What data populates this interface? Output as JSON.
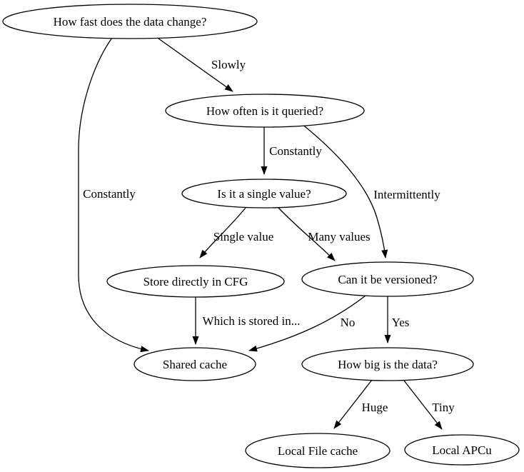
{
  "diagram": {
    "type": "flowchart-decision-tree",
    "background_color": "#ffffff",
    "stroke_color": "#000000",
    "text_color": "#000000",
    "nodes": [
      {
        "id": "how-fast",
        "label": "How fast does the data change?"
      },
      {
        "id": "how-often",
        "label": "How often is it queried?"
      },
      {
        "id": "single-value",
        "label": "Is it a single value?"
      },
      {
        "id": "store-cfg",
        "label": "Store directly in CFG"
      },
      {
        "id": "versioned",
        "label": "Can it be versioned?"
      },
      {
        "id": "shared-cache",
        "label": "Shared cache"
      },
      {
        "id": "how-big",
        "label": "How big is the data?"
      },
      {
        "id": "local-file",
        "label": "Local File cache"
      },
      {
        "id": "local-apcu",
        "label": "Local APCu"
      }
    ],
    "edges": [
      {
        "from": "how-fast",
        "to": "how-often",
        "label": "Slowly"
      },
      {
        "from": "how-fast",
        "to": "shared-cache",
        "label": "Constantly"
      },
      {
        "from": "how-often",
        "to": "single-value",
        "label": "Constantly"
      },
      {
        "from": "how-often",
        "to": "versioned",
        "label": "Intermittently"
      },
      {
        "from": "single-value",
        "to": "store-cfg",
        "label": "Single value"
      },
      {
        "from": "single-value",
        "to": "versioned",
        "label": "Many values"
      },
      {
        "from": "store-cfg",
        "to": "shared-cache",
        "label": "Which is stored in..."
      },
      {
        "from": "versioned",
        "to": "shared-cache",
        "label": "No"
      },
      {
        "from": "versioned",
        "to": "how-big",
        "label": "Yes"
      },
      {
        "from": "how-big",
        "to": "local-file",
        "label": "Huge"
      },
      {
        "from": "how-big",
        "to": "local-apcu",
        "label": "Tiny"
      }
    ]
  }
}
